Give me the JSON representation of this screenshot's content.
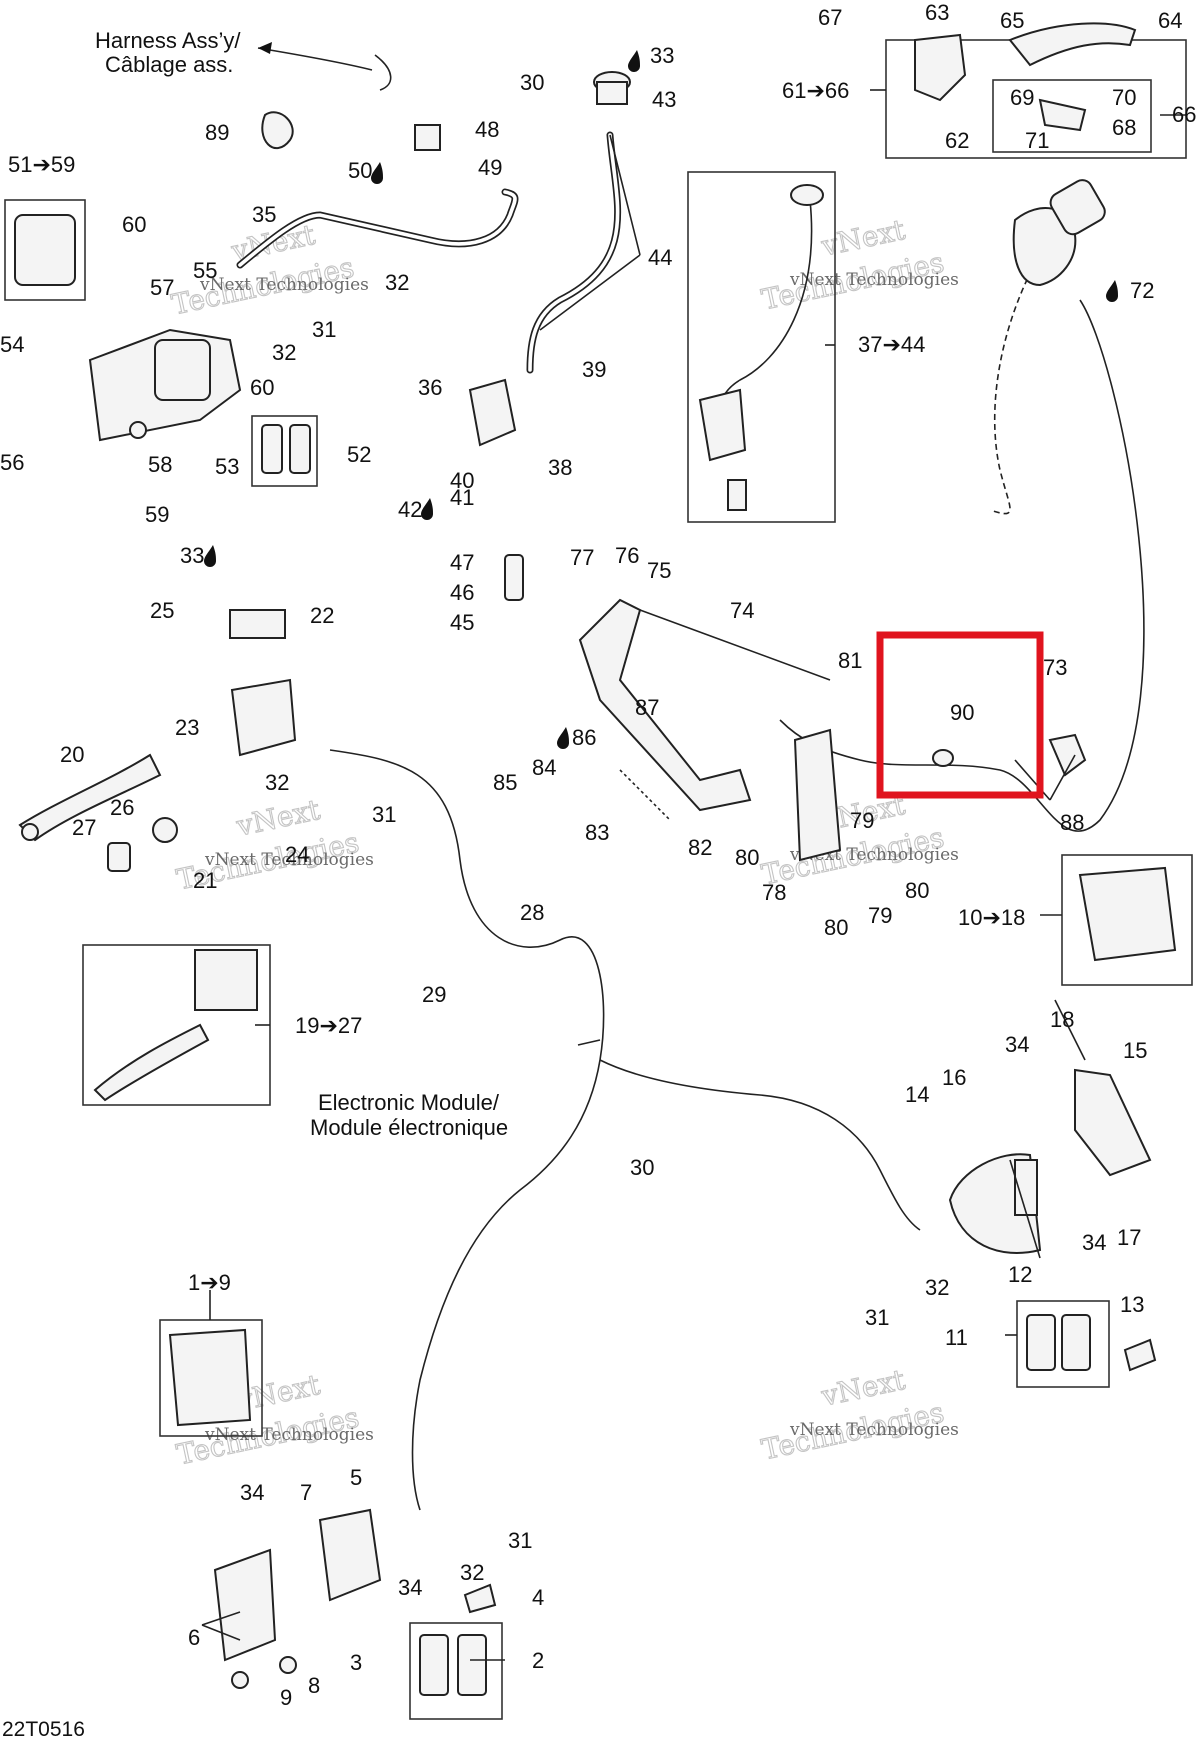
{
  "diagram_code": "22T0516",
  "watermark": {
    "brand": "vNext",
    "tech": "Technologies",
    "full": "vNext Technologies"
  },
  "callouts": {
    "harness": [
      "Harness Ass’y/",
      "Câblage ass."
    ],
    "electronic_module": [
      "Electronic Module/",
      "Module électronique"
    ]
  },
  "labels": [
    {
      "id": "l89",
      "text": "89"
    },
    {
      "id": "l48",
      "text": "48"
    },
    {
      "id": "l50",
      "text": "50"
    },
    {
      "id": "l49",
      "text": "49"
    },
    {
      "id": "l5159",
      "text": "51➔59"
    },
    {
      "id": "l60a",
      "text": "60"
    },
    {
      "id": "l35",
      "text": "35"
    },
    {
      "id": "l55",
      "text": "55"
    },
    {
      "id": "l57",
      "text": "57"
    },
    {
      "id": "l31a",
      "text": "31"
    },
    {
      "id": "l32a",
      "text": "32"
    },
    {
      "id": "l32b",
      "text": "32"
    },
    {
      "id": "l54",
      "text": "54"
    },
    {
      "id": "l60b",
      "text": "60"
    },
    {
      "id": "l56",
      "text": "56"
    },
    {
      "id": "l58",
      "text": "58"
    },
    {
      "id": "l53",
      "text": "53"
    },
    {
      "id": "l52",
      "text": "52"
    },
    {
      "id": "l59",
      "text": "59"
    },
    {
      "id": "l30a",
      "text": "30"
    },
    {
      "id": "l33a",
      "text": "33"
    },
    {
      "id": "l43",
      "text": "43"
    },
    {
      "id": "l44",
      "text": "44"
    },
    {
      "id": "l39",
      "text": "39"
    },
    {
      "id": "l36",
      "text": "36"
    },
    {
      "id": "l38",
      "text": "38"
    },
    {
      "id": "l40",
      "text": "40"
    },
    {
      "id": "l42",
      "text": "42"
    },
    {
      "id": "l41",
      "text": "41"
    },
    {
      "id": "l47",
      "text": "47"
    },
    {
      "id": "l46",
      "text": "46"
    },
    {
      "id": "l45",
      "text": "45"
    },
    {
      "id": "l67",
      "text": "67"
    },
    {
      "id": "l63",
      "text": "63"
    },
    {
      "id": "l65",
      "text": "65"
    },
    {
      "id": "l64",
      "text": "64"
    },
    {
      "id": "l6166",
      "text": "61➔66"
    },
    {
      "id": "l69",
      "text": "69"
    },
    {
      "id": "l70",
      "text": "70"
    },
    {
      "id": "l66",
      "text": "66"
    },
    {
      "id": "l71",
      "text": "71"
    },
    {
      "id": "l68",
      "text": "68"
    },
    {
      "id": "l62",
      "text": "62"
    },
    {
      "id": "l3744",
      "text": "37➔44"
    },
    {
      "id": "l72",
      "text": "72"
    },
    {
      "id": "l33b",
      "text": "33"
    },
    {
      "id": "l22",
      "text": "22"
    },
    {
      "id": "l25",
      "text": "25"
    },
    {
      "id": "l23",
      "text": "23"
    },
    {
      "id": "l20",
      "text": "20"
    },
    {
      "id": "l26",
      "text": "26"
    },
    {
      "id": "l27",
      "text": "27"
    },
    {
      "id": "l32c",
      "text": "32"
    },
    {
      "id": "l31b",
      "text": "31"
    },
    {
      "id": "l21",
      "text": "21"
    },
    {
      "id": "l24",
      "text": "24"
    },
    {
      "id": "l77",
      "text": "77"
    },
    {
      "id": "l76",
      "text": "76"
    },
    {
      "id": "l75",
      "text": "75"
    },
    {
      "id": "l74",
      "text": "74"
    },
    {
      "id": "l81",
      "text": "81"
    },
    {
      "id": "l73",
      "text": "73"
    },
    {
      "id": "l90",
      "text": "90"
    },
    {
      "id": "l87",
      "text": "87"
    },
    {
      "id": "l86",
      "text": "86"
    },
    {
      "id": "l85",
      "text": "85"
    },
    {
      "id": "l84",
      "text": "84"
    },
    {
      "id": "l83",
      "text": "83"
    },
    {
      "id": "l82",
      "text": "82"
    },
    {
      "id": "l88",
      "text": "88"
    },
    {
      "id": "l80a",
      "text": "80"
    },
    {
      "id": "l79a",
      "text": "79"
    },
    {
      "id": "l78",
      "text": "78"
    },
    {
      "id": "l80b",
      "text": "80"
    },
    {
      "id": "l79b",
      "text": "79"
    },
    {
      "id": "l80c",
      "text": "80"
    },
    {
      "id": "l1018",
      "text": "10➔18"
    },
    {
      "id": "l28",
      "text": "28"
    },
    {
      "id": "l29",
      "text": "29"
    },
    {
      "id": "l1927",
      "text": "19➔27"
    },
    {
      "id": "l18",
      "text": "18"
    },
    {
      "id": "l34a",
      "text": "34"
    },
    {
      "id": "l15",
      "text": "15"
    },
    {
      "id": "l16",
      "text": "16"
    },
    {
      "id": "l14",
      "text": "14"
    },
    {
      "id": "l30b",
      "text": "30"
    },
    {
      "id": "l34b",
      "text": "34"
    },
    {
      "id": "l17",
      "text": "17"
    },
    {
      "id": "l12",
      "text": "12"
    },
    {
      "id": "l32d",
      "text": "32"
    },
    {
      "id": "l31c",
      "text": "31"
    },
    {
      "id": "l13",
      "text": "13"
    },
    {
      "id": "l11",
      "text": "11"
    },
    {
      "id": "l19",
      "text": "1➔9"
    },
    {
      "id": "l34c",
      "text": "34"
    },
    {
      "id": "l7",
      "text": "7"
    },
    {
      "id": "l5",
      "text": "5"
    },
    {
      "id": "l31d",
      "text": "31"
    },
    {
      "id": "l32e",
      "text": "32"
    },
    {
      "id": "l34d",
      "text": "34"
    },
    {
      "id": "l4",
      "text": "4"
    },
    {
      "id": "l6",
      "text": "6"
    },
    {
      "id": "l3",
      "text": "3"
    },
    {
      "id": "l2",
      "text": "2"
    },
    {
      "id": "l9",
      "text": "9"
    },
    {
      "id": "l8",
      "text": "8"
    }
  ],
  "highlight": {
    "color": "#e0141e",
    "target_part": "90"
  }
}
